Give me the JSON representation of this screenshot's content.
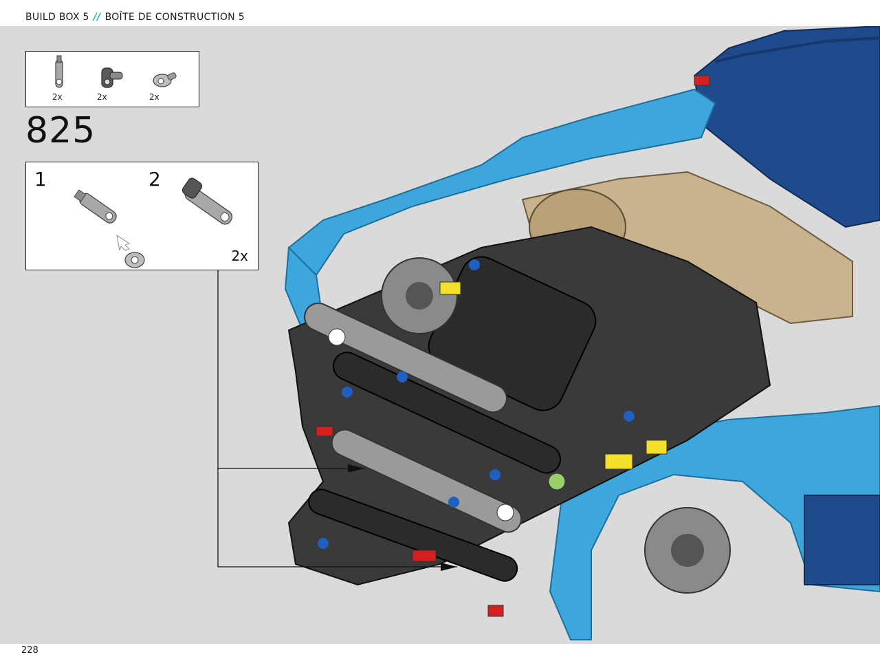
{
  "header": {
    "title_en": "BUILD BOX 5",
    "separator": "//",
    "title_fr": "BOÎTE DE CONSTRUCTION 5"
  },
  "parts_list": {
    "items": [
      {
        "name": "axle-pin-connector-icon",
        "qty": "2x"
      },
      {
        "name": "angle-connector-icon",
        "qty": "2x"
      },
      {
        "name": "pin-with-ball-icon",
        "qty": "2x"
      }
    ]
  },
  "step": {
    "number": "825"
  },
  "sub_assembly": {
    "steps": [
      {
        "label": "1"
      },
      {
        "label": "2"
      }
    ],
    "multiplier": "2x"
  },
  "page": {
    "number": "228"
  },
  "colors": {
    "background": "#d9dad9",
    "body_blue": "#3da6dc",
    "dark_blue": "#1f4a8c",
    "beam_black": "#2b2b2b",
    "tan": "#c8b38e",
    "accent": "#2aa7df"
  }
}
